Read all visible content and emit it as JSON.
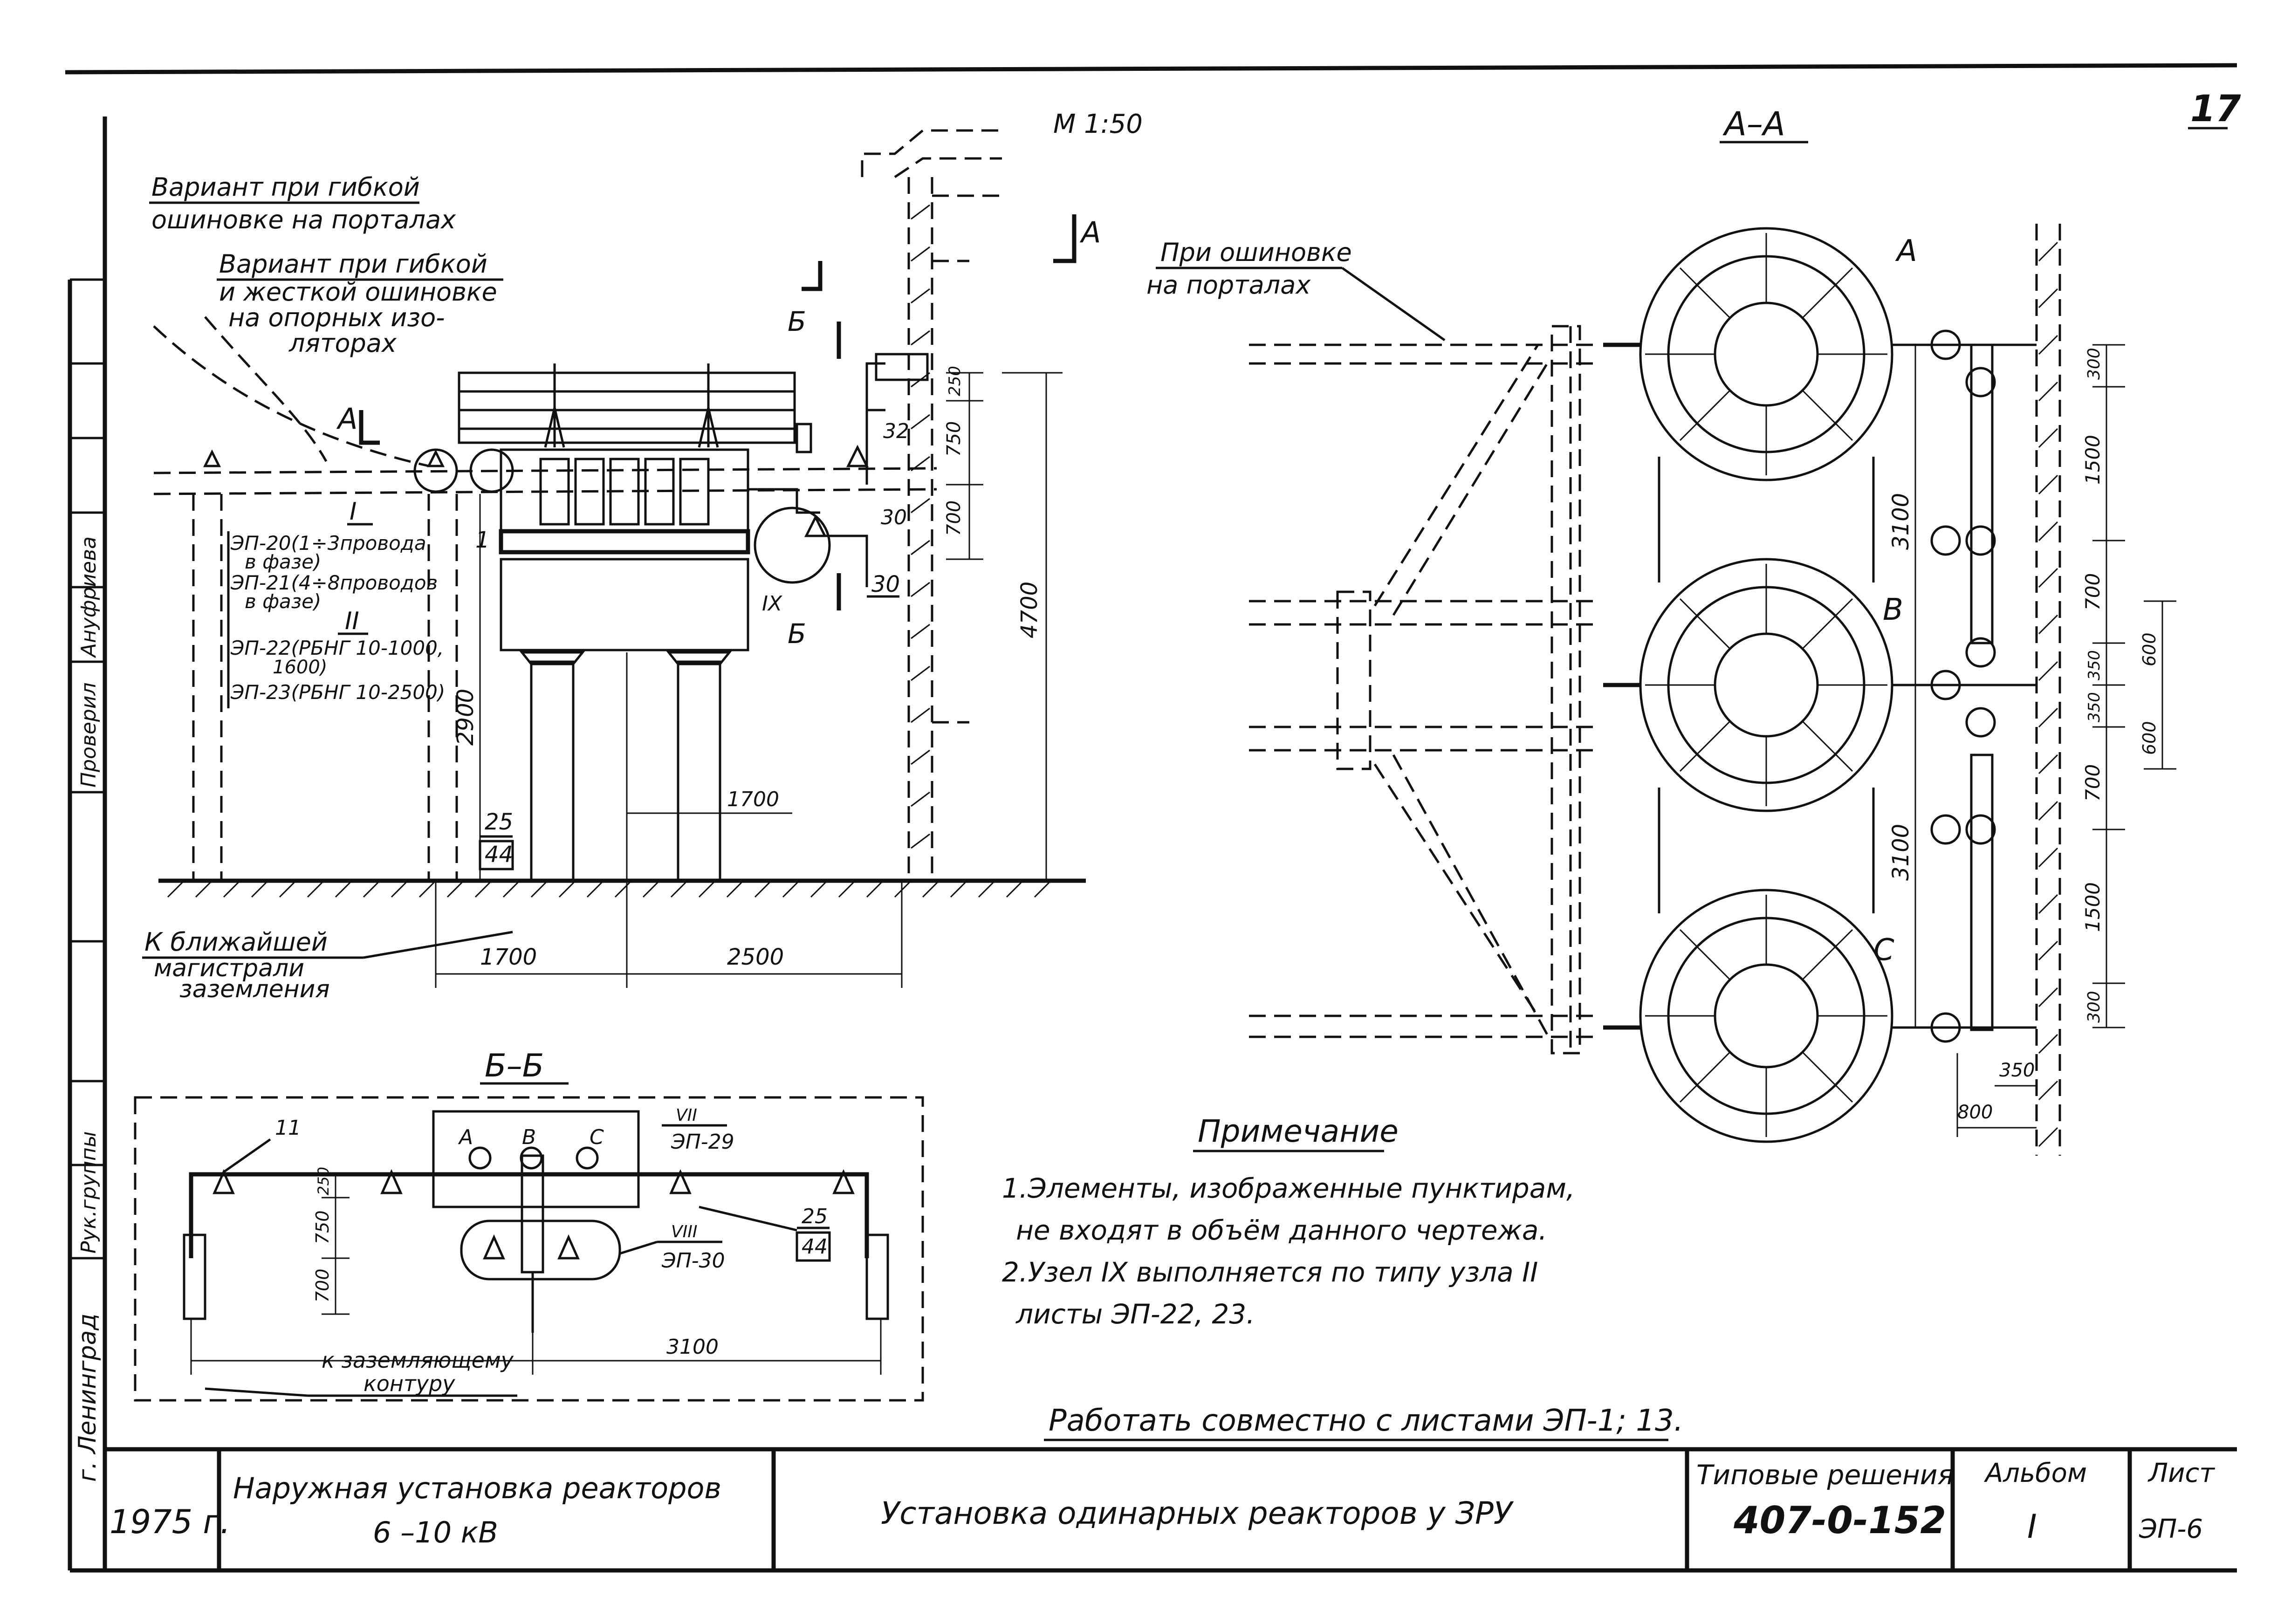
{
  "sheet": {
    "page_number": "17",
    "scale": "М 1:50",
    "section_aa": "А–А",
    "section_bb": "Б–Б"
  },
  "left_view": {
    "variant_flexible_portal": [
      "Вариант при гибкой",
      "ошиновке на порталах"
    ],
    "variant_flexible_rigid": [
      "Вариант при гибкой",
      "и жесткой ошиновке",
      "на опорных изо-",
      "ляторах"
    ],
    "section_marks": {
      "a": "А",
      "b": "Б"
    },
    "node_labels": {
      "i": "I",
      "ii": "II",
      "ix": "IX"
    },
    "callouts_i": [
      "ЭП-20(1÷3провода",
      "в фазе)",
      "ЭП-21(4÷8проводов",
      "в фазе)"
    ],
    "callouts_ii": [
      "ЭП-22(РБНГ 10-1000,",
      "1600)",
      "ЭП-23(РБНГ 10-2500)"
    ],
    "pos_marks": {
      "one": "1",
      "thirty_two": "32",
      "thirty": "30",
      "twenty_five": "25",
      "forty_four": "44"
    },
    "dims": {
      "d250": "250",
      "d750": "750",
      "d700": "700",
      "d2900": "2900",
      "d1700": "1700",
      "d4700": "4700",
      "d1700b": "1700",
      "d2500": "2500"
    },
    "ground_note": [
      "К ближайшей",
      "магистрали",
      "заземления"
    ]
  },
  "right_view": {
    "busbar_note": [
      "При ошиновке",
      "на порталах"
    ],
    "phases": [
      "А",
      "В",
      "С"
    ],
    "dims": {
      "d3100a": "3100",
      "d3100b": "3100",
      "d300a": "300",
      "d1500a": "1500",
      "d700a": "700",
      "d350a": "350",
      "d350b": "350",
      "d600a": "600",
      "d600b": "600",
      "d700b": "700",
      "d1500b": "1500",
      "d300b": "300",
      "d350c": "350",
      "d800": "800"
    }
  },
  "section_bb_view": {
    "phase_labels": [
      "А",
      "В",
      "С"
    ],
    "pos_11": "11",
    "node_vii": "VII",
    "ref_vii": "ЭП-29",
    "node_viii": "VIII",
    "ref_viii": "ЭП-30",
    "pos_25": "25",
    "pos_44": "44",
    "dims": {
      "d250": "250",
      "d750": "750",
      "d700": "700",
      "d3100": "3100"
    },
    "ground_note": [
      "к заземляющему",
      "контуру"
    ]
  },
  "notes": {
    "heading": "Примечание",
    "lines": [
      "1.Элементы, изображенные пунктирам,",
      "не входят в объём данного чертежа.",
      "2.Узел IX выполняется по типу узла II",
      "листы ЭП-22, 23."
    ],
    "work_together": "Работать совместно с листами ЭП-1; 13."
  },
  "stamp_side": {
    "labels": [
      "г. Ленинград",
      "Рук.группы",
      "Проверил",
      "Ануфриева"
    ]
  },
  "title_block": {
    "year": "1975 г.",
    "subject_line1": "Наружная установка реакторов",
    "subject_line2": "6 –10 кВ",
    "drawing_title": "Установка одинарных реакторов у ЗРУ",
    "type_label": "Типовые решения",
    "type_code": "407-0-152",
    "album_label": "Альбом",
    "album_value": "I",
    "sheet_label": "Лист",
    "sheet_value": "ЭП-6"
  }
}
